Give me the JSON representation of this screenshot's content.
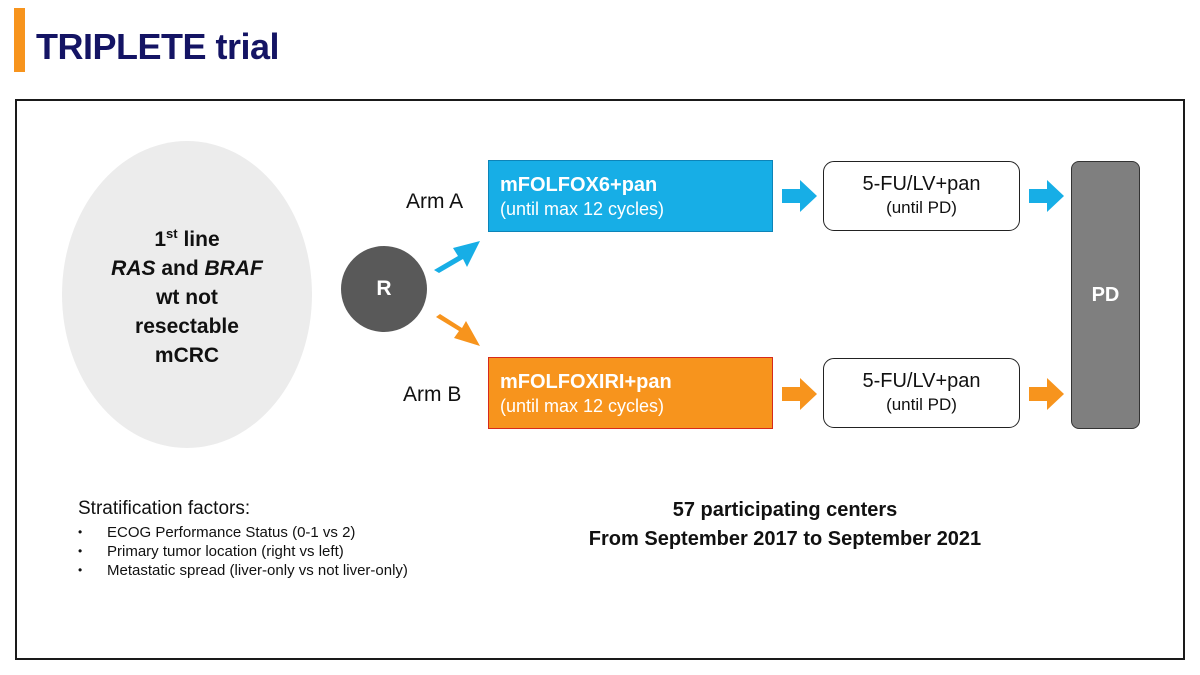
{
  "slide": {
    "title": "TRIPLETE trial",
    "accent_color": "#f7941d",
    "title_color": "#141464"
  },
  "population": {
    "line1_main": "1",
    "line1_sup": "st",
    "line1_rest": " line",
    "line2_ras": "RAS",
    "line2_and": " and ",
    "line2_braf": "BRAF",
    "line3": "wt not",
    "line4": "resectable",
    "line5": "mCRC"
  },
  "randomization": {
    "label": "R"
  },
  "arm_a": {
    "label": "Arm A",
    "color": "#17aee6",
    "induction_name": "mFOLFOX6+pan",
    "induction_duration": "(until max 12 cycles)",
    "maintenance_name": "5-FU/LV+pan",
    "maintenance_duration": "(until PD)"
  },
  "arm_b": {
    "label": "Arm B",
    "color": "#f7941d",
    "induction_name": "mFOLFOXIRI+pan",
    "induction_duration": "(until max 12 cycles)",
    "maintenance_name": "5-FU/LV+pan",
    "maintenance_duration": "(until PD)"
  },
  "endpoint": {
    "label": "PD"
  },
  "stratification": {
    "title": "Stratification factors:",
    "items": [
      "ECOG Performance Status (0-1 vs 2)",
      "Primary tumor location (right vs left)",
      "Metastatic spread (liver-only vs not liver-only)"
    ]
  },
  "centers": {
    "line1": "57 participating centers",
    "line2": "From September 2017 to September 2021"
  }
}
